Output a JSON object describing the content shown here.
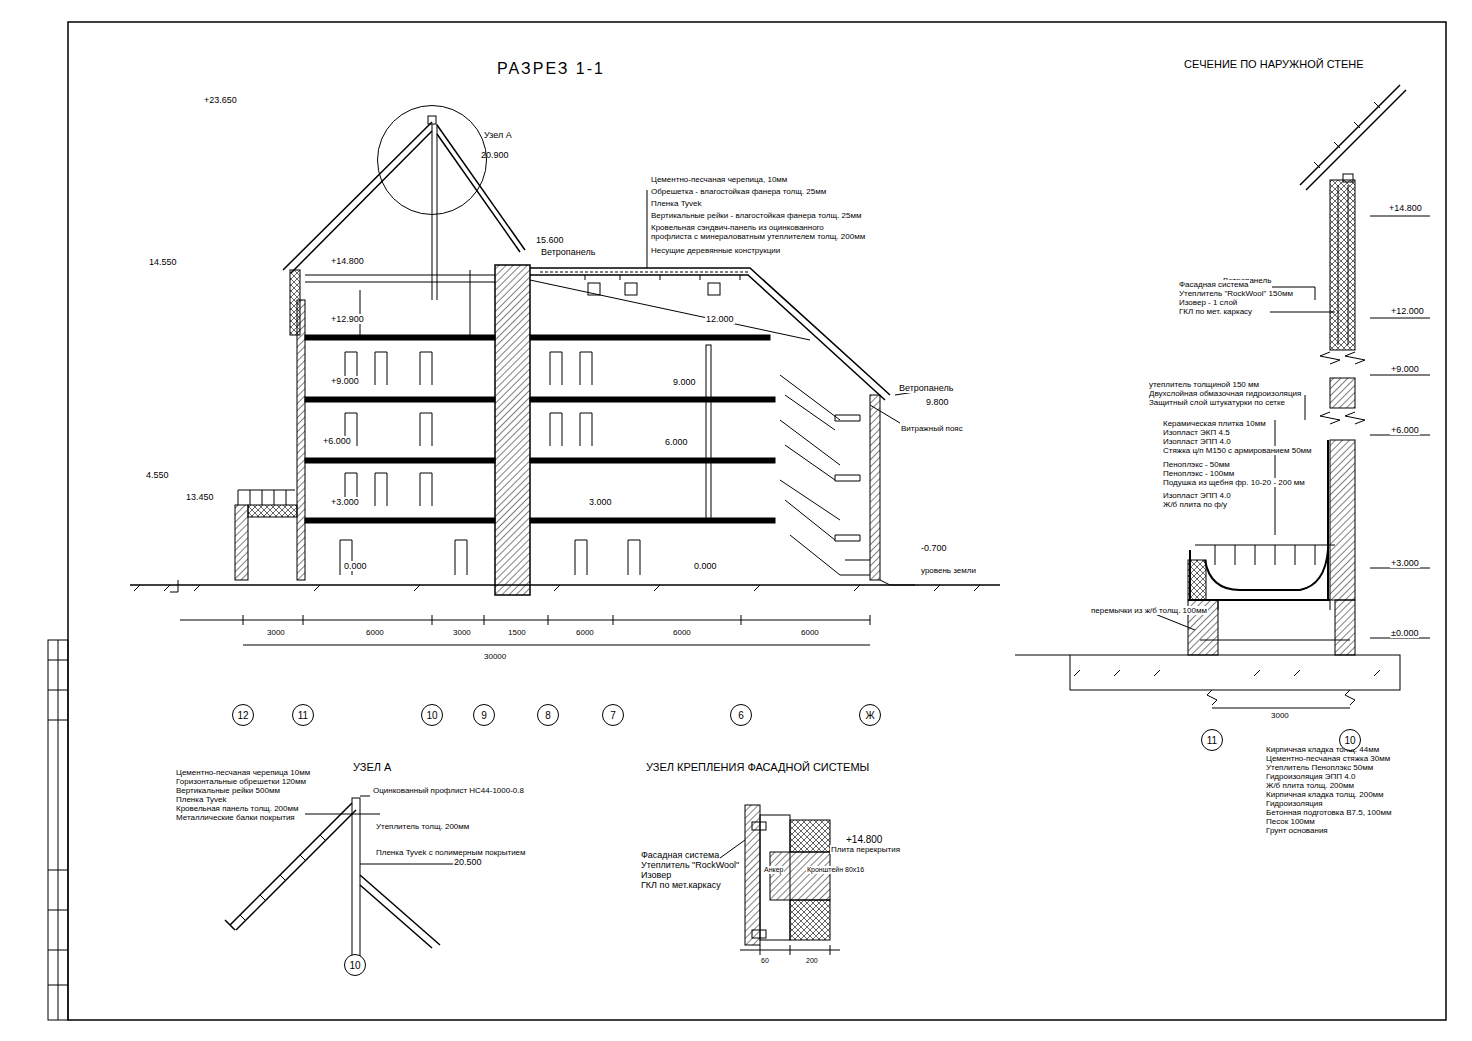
{
  "diagram": {
    "title": "РАЗРЕЗ 1-1",
    "nodes": [
      {
        "text": [
          "Узел А"
        ]
      },
      {
        "text": [
          "12"
        ]
      },
      {
        "text": [
          "11"
        ]
      },
      {
        "text": [
          "10"
        ]
      },
      {
        "text": [
          "9"
        ]
      },
      {
        "text": [
          "8"
        ]
      },
      {
        "text": [
          "7"
        ]
      },
      {
        "text": [
          "6"
        ]
      },
      {
        "text": [
          "Ж"
        ]
      },
      {
        "text": [
          "11"
        ]
      },
      {
        "text": [
          "10"
        ]
      },
      {
        "text": [
          "10"
        ]
      }
    ],
    "labels": [
      "СЕЧЕНИЕ ПО НАРУЖНОЙ СТЕНЕ",
      "УЗЕЛ А",
      "УЗЕЛ КРЕПЛЕНИЯ ФАСАДНОЙ СИСТЕМЫ",
      "+23.650",
      "20.900",
      "14.550",
      "+14.800",
      "15.600",
      "Ветропанель",
      "+12.900",
      "12.000",
      "+9.000",
      "9.000",
      "+6.000",
      "6.000",
      "+3.000",
      "3.000",
      "4.550",
      "13.450",
      "0.000",
      "0.000",
      "-0.700",
      "уровень земли",
      "Ветропанель",
      "9.800",
      "Витражный пояс",
      "Цементно-песчаная черепица, 10мм",
      "Обрешетка - влагостойкая фанера толщ. 25мм",
      "Пленка Tyvek",
      "Вертикальные рейки - влагостойкая фанера толщ. 25мм",
      "Кровельная сэндвич-панель из оцинкованного профлиста с минераловатным утеплителем толщ. 200мм",
      "Несущие деревянные конструкции",
      "3000",
      "6000",
      "3000",
      "1500",
      "6000",
      "6000",
      "6000",
      "30000",
      "+14.800",
      "Ветропанель",
      "Фасадная система",
      "Утеплитель \"RockWool\" 150мм",
      "Изовер - 1 слой",
      "ГКЛ по мет. каркасу",
      "+12.000",
      "+9.000",
      "утеплитель толщиной 150 мм",
      "Двухслойная обмазочная гидроизоляция",
      "Защитный слой штукатурки по сетке",
      "+6.000",
      "Керамическая плитка 10мм",
      "Изопласт ЭКП 4.5",
      "Изопласт ЭПП 4.0",
      "Стяжка ц/п М150 с армированием 50мм",
      "Пеноплэкс - 50мм",
      "Пеноплэкс - 100мм",
      "Подушка из щебня фр. 10-20 - 200 мм",
      "Изопласт ЭПП 4.0",
      "Ж/б плита по ф/у",
      "+3.000",
      "перемычки из ж/б толщ. 100мм",
      "±0.000",
      "3000",
      "Кирпичная кладка толщ. 44мм",
      "Цементно-песчаная стяжка 30мм",
      "Утеплитель Пеноплэкс 50мм",
      "Гидроизоляция ЭПП 4.0",
      "Ж/б плита толщ. 200мм",
      "Кирпичная кладка толщ. 200мм",
      "Гидроизоляция",
      "Бетонная подготовка В7.5, 100мм",
      "Песок 100мм",
      "Грунт основания",
      "Цементно-песчаная черепица 10мм",
      "Горизонтальные обрешетки 120мм",
      "Вертикальные рейки 500мм",
      "Пленка Tyvek",
      "Кровельная панель толщ. 200мм",
      "Металлические балки покрытия",
      "Оцинкованный профлист НС44-1000-0.8",
      "Утеплитель толщ. 200мм",
      "Пленка Tyvek с полимерным покрытием",
      "20.500",
      "Фасадная система",
      "Утеплитель \"RockWool\"",
      "Изовер",
      "ГКЛ по мет.каркасу",
      "+14.800",
      "Плита перекрытия",
      "Анкер",
      "Кронштейн 80х16",
      "60",
      "200"
    ]
  }
}
